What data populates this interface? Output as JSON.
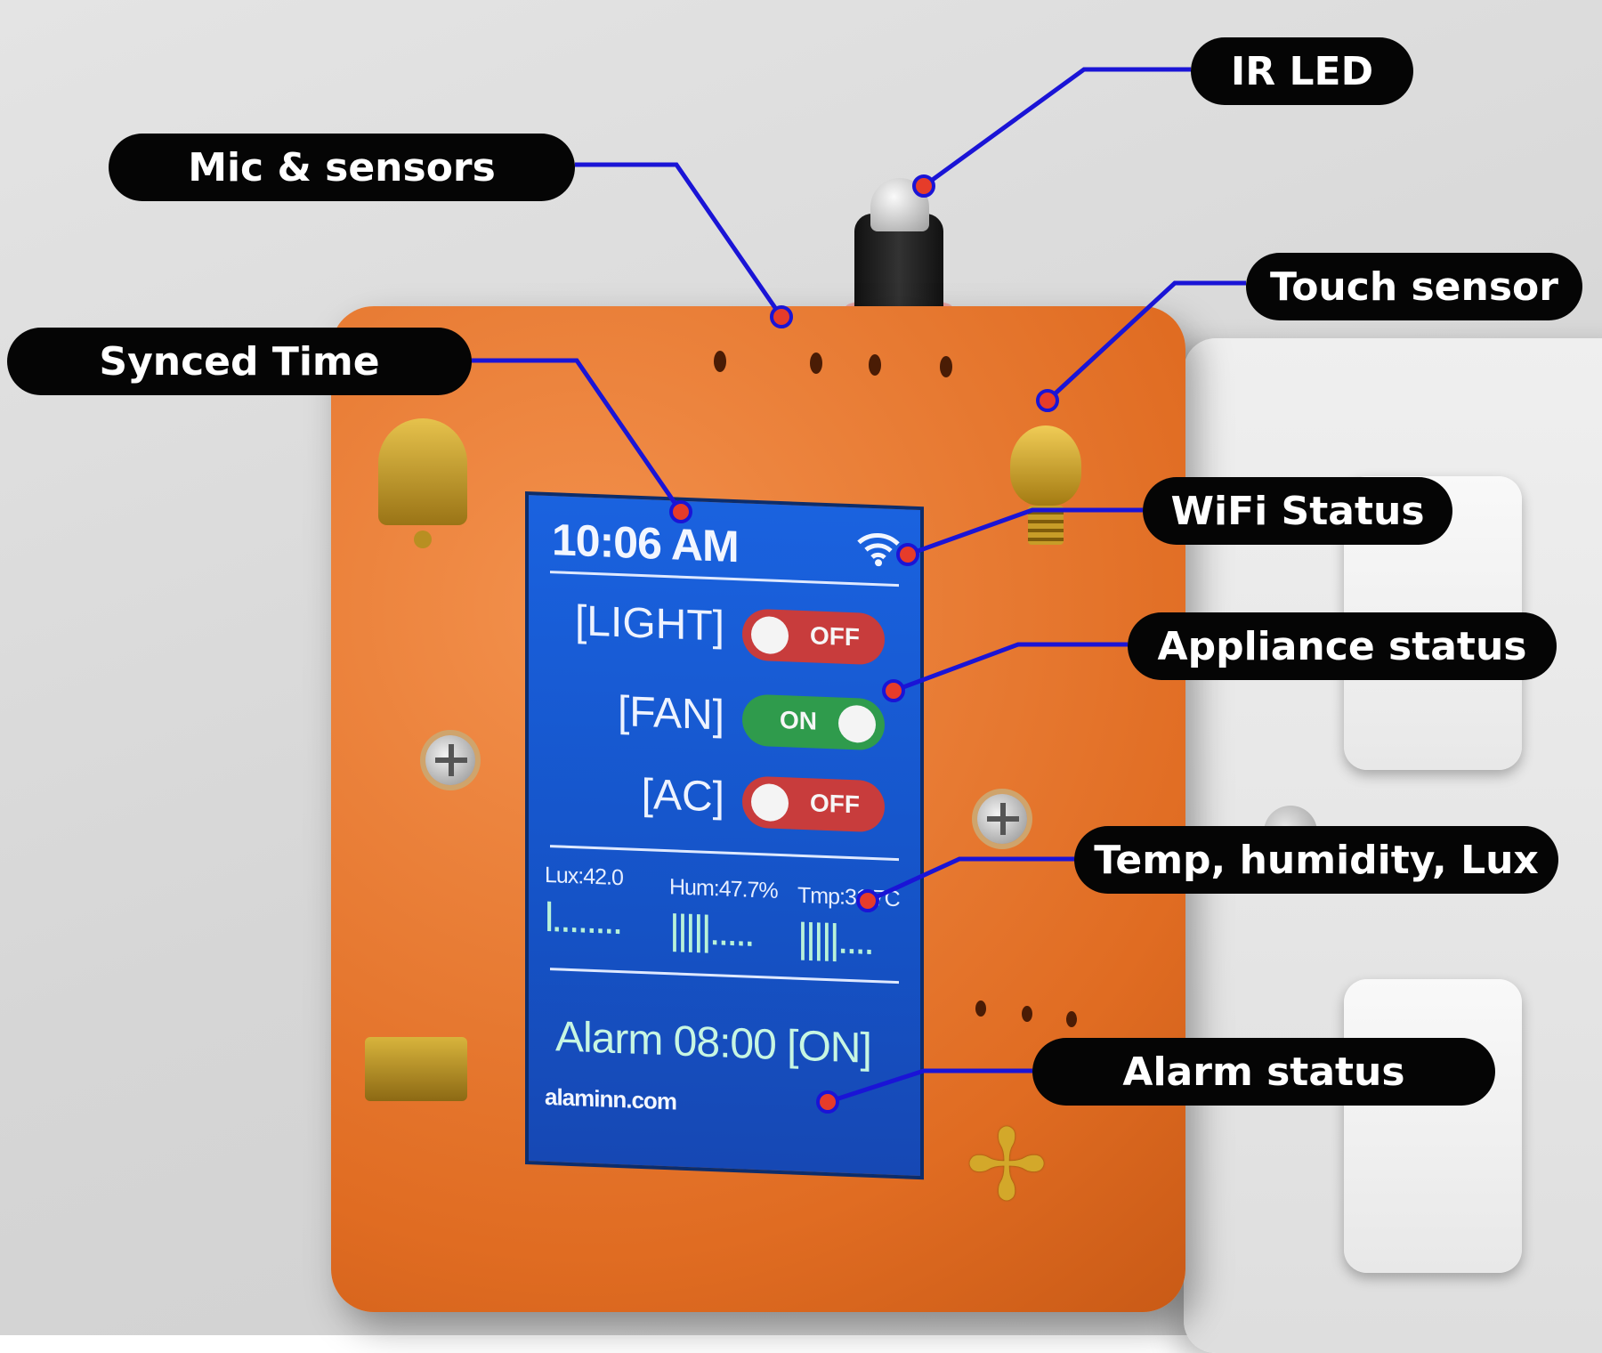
{
  "screen": {
    "time": "10:06 AM",
    "appliances": [
      {
        "label": "[LIGHT]",
        "state": "OFF"
      },
      {
        "label": "[FAN]",
        "state": "ON"
      },
      {
        "label": "[AC]",
        "state": "OFF"
      }
    ],
    "sensors": [
      {
        "label": "Lux:42.0",
        "bars": "l........"
      },
      {
        "label": "Hum:47.7%",
        "bars": "|||||....."
      },
      {
        "label": "Tmp:31.7C",
        "bars": "|||||...."
      }
    ],
    "alarm": "Alarm 08:00 [ON]",
    "brand": "alaminn.com"
  },
  "callouts": {
    "ir_led": "IR LED",
    "mic_sensors": "Mic & sensors",
    "touch_sensor": "Touch sensor",
    "synced_time": "Synced Time",
    "wifi_status": "WiFi Status",
    "appliance_status": "Appliance status",
    "temp_humidity_lux": "Temp, humidity, Lux",
    "alarm_status": "Alarm status"
  },
  "colors": {
    "enclosure": "#e8772c",
    "screen": "#1a5ad6",
    "leader_line": "#1a14d6",
    "leader_dot": "#e63c2a",
    "callout_bg": "#050505"
  }
}
